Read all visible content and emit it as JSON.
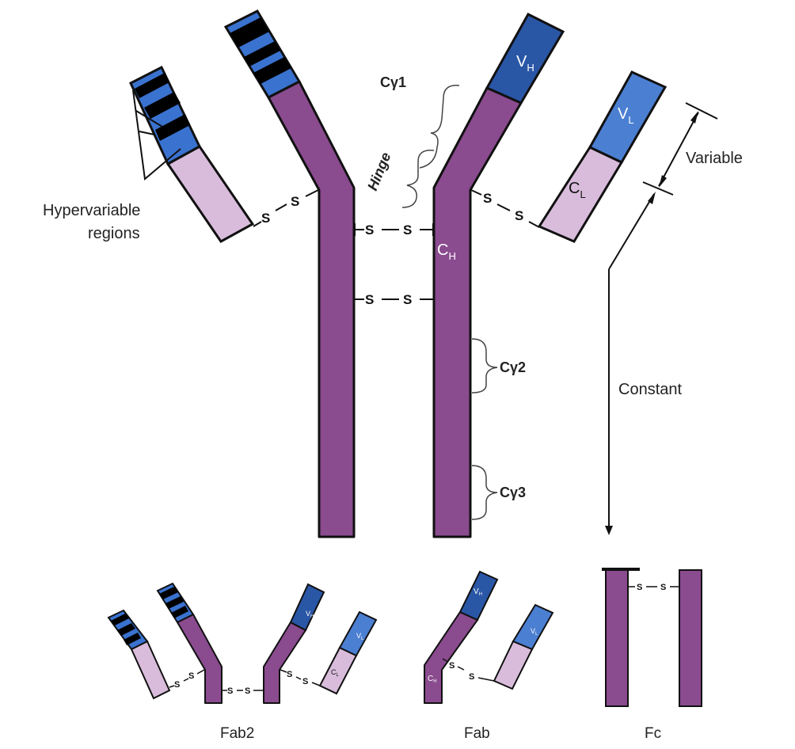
{
  "diagram": {
    "labels": {
      "hypervariable_line1": "Hypervariable",
      "hypervariable_line2": "regions",
      "variable": "Variable",
      "constant": "Constant",
      "hinge": "Hinge",
      "c_gamma_1": "Cγ1",
      "c_gamma_2": "Cγ2",
      "c_gamma_3": "Cγ3"
    },
    "domain_labels": {
      "vh_main": "V",
      "vh_sub": "H",
      "vl_main": "V",
      "vl_sub": "L",
      "cl_main": "C",
      "cl_sub": "L",
      "ch_main": "C",
      "ch_sub": "H"
    },
    "disulfide": {
      "s": "S"
    },
    "fragments": {
      "fab2": "Fab2",
      "fab": "Fab",
      "fc": "Fc"
    }
  },
  "colors": {
    "heavy_chain": "#8a4b8f",
    "light_constant": "#d9bcdc",
    "vh": "#2a56a6",
    "vl": "#4b7fd2",
    "hypervariable_band": "#3a72cf",
    "outline": "#111111"
  }
}
